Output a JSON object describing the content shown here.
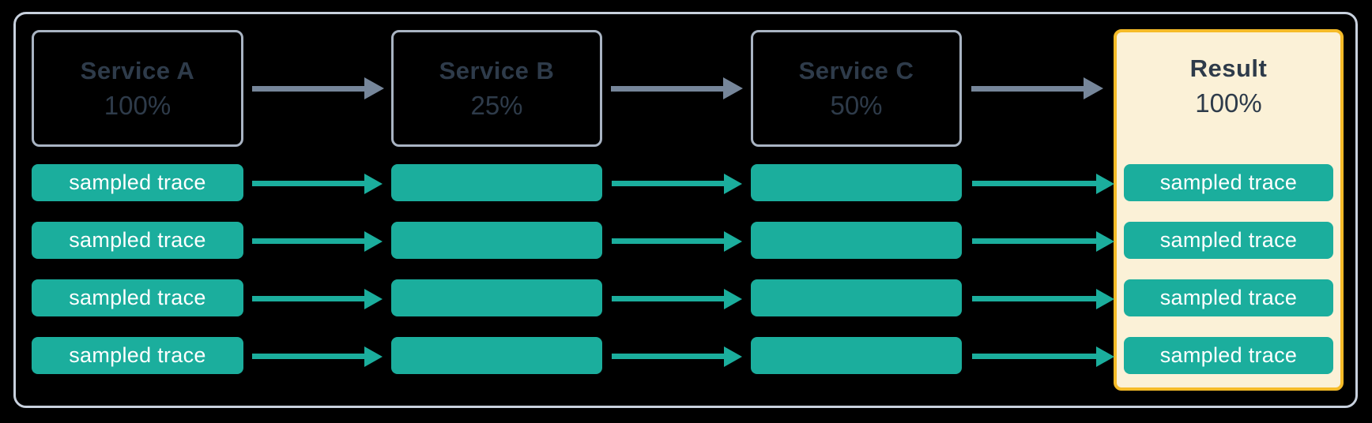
{
  "nodes": [
    {
      "id": "service-a",
      "title": "Service A",
      "pct": "100%"
    },
    {
      "id": "service-b",
      "title": "Service B",
      "pct": "25%"
    },
    {
      "id": "service-c",
      "title": "Service C",
      "pct": "50%"
    },
    {
      "id": "result",
      "title": "Result",
      "pct": "100%"
    }
  ],
  "trace": {
    "label": "sampled trace",
    "rows_per_column": 4
  },
  "colors": {
    "background": "#000000",
    "frame_border": "#C8D1DE",
    "node_border": "#A9B4C3",
    "text_dark": "#2E3B4A",
    "teal": "#1BAE9D",
    "arrow_gray": "#76869A",
    "result_border": "#F5BB28",
    "result_bg": "#FBF1D7",
    "trace_text": "#FFFFFF"
  }
}
